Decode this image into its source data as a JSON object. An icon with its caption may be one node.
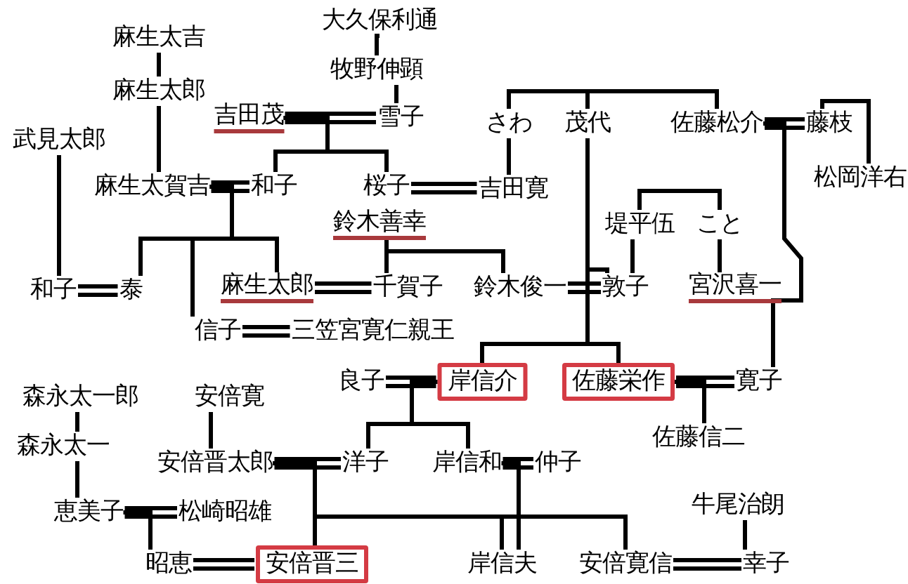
{
  "diagram": {
    "nodes": [
      {
        "text": [
          "麻生太吉"
        ]
      },
      {
        "text": [
          "大久保利通"
        ]
      },
      {
        "text": [
          "麻生太郎"
        ]
      },
      {
        "text": [
          "牧野伸顕"
        ]
      },
      {
        "text": [
          "武見太郎"
        ]
      },
      {
        "text": [
          "吉田茂"
        ]
      },
      {
        "text": [
          "雪子"
        ]
      },
      {
        "text": [
          "さわ"
        ]
      },
      {
        "text": [
          "茂代"
        ]
      },
      {
        "text": [
          "佐藤松介"
        ]
      },
      {
        "text": [
          "藤枝"
        ]
      },
      {
        "text": [
          "麻生太賀吉"
        ]
      },
      {
        "text": [
          "和子"
        ]
      },
      {
        "text": [
          "桜子"
        ]
      },
      {
        "text": [
          "吉田寛"
        ]
      },
      {
        "text": [
          "松岡洋右"
        ]
      },
      {
        "text": [
          "鈴木善幸"
        ]
      },
      {
        "text": [
          "堤平伍"
        ]
      },
      {
        "text": [
          "こと"
        ]
      },
      {
        "text": [
          "和子"
        ]
      },
      {
        "text": [
          "泰"
        ]
      },
      {
        "text": [
          "麻生太郎"
        ]
      },
      {
        "text": [
          "千賀子"
        ]
      },
      {
        "text": [
          "鈴木俊一"
        ]
      },
      {
        "text": [
          "敦子"
        ]
      },
      {
        "text": [
          "宮沢喜一"
        ]
      },
      {
        "text": [
          "信子"
        ]
      },
      {
        "text": [
          "三笠宮寛仁親王"
        ]
      },
      {
        "text": [
          "良子"
        ]
      },
      {
        "text": [
          "岸信介"
        ]
      },
      {
        "text": [
          "佐藤栄作"
        ]
      },
      {
        "text": [
          "寛子"
        ]
      },
      {
        "text": [
          "森永太一郎"
        ]
      },
      {
        "text": [
          "安倍寛"
        ]
      },
      {
        "text": [
          "森永太一"
        ]
      },
      {
        "text": [
          "安倍晋太郎"
        ]
      },
      {
        "text": [
          "洋子"
        ]
      },
      {
        "text": [
          "岸信和"
        ]
      },
      {
        "text": [
          "仲子"
        ]
      },
      {
        "text": [
          "佐藤信二"
        ]
      },
      {
        "text": [
          "恵美子"
        ]
      },
      {
        "text": [
          "松崎昭雄"
        ]
      },
      {
        "text": [
          "牛尾治朗"
        ]
      },
      {
        "text": [
          "昭恵"
        ]
      },
      {
        "text": [
          "安倍晋三"
        ]
      },
      {
        "text": [
          "岸信夫"
        ]
      },
      {
        "text": [
          "安倍寛信"
        ]
      },
      {
        "text": [
          "幸子"
        ]
      }
    ],
    "edges": [
      {
        "from": 0,
        "to": 2,
        "arrow": "none"
      },
      {
        "from": 1,
        "to": 3,
        "arrow": "none"
      },
      {
        "from": 2,
        "to": 11,
        "arrow": "none"
      },
      {
        "from": 3,
        "to": 6,
        "arrow": "none"
      },
      {
        "from": 5,
        "to": 6,
        "arrow": "none"
      },
      {
        "from": 5,
        "to": 12,
        "arrow": "none"
      },
      {
        "from": 5,
        "to": 13,
        "arrow": "none"
      },
      {
        "from": 4,
        "to": 19,
        "arrow": "none"
      },
      {
        "from": 7,
        "to": 8,
        "arrow": "none"
      },
      {
        "from": 8,
        "to": 9,
        "arrow": "none"
      },
      {
        "from": 9,
        "to": 10,
        "arrow": "none"
      },
      {
        "from": 10,
        "to": 15,
        "arrow": "none"
      },
      {
        "from": 11,
        "to": 12,
        "arrow": "none"
      },
      {
        "from": 11,
        "to": 20,
        "arrow": "none"
      },
      {
        "from": 11,
        "to": 26,
        "arrow": "none"
      },
      {
        "from": 11,
        "to": 21,
        "arrow": "none"
      },
      {
        "from": 19,
        "to": 20,
        "arrow": "none"
      },
      {
        "from": 13,
        "to": 14,
        "arrow": "none"
      },
      {
        "from": 7,
        "to": 14,
        "arrow": "none"
      },
      {
        "from": 8,
        "to": 24,
        "arrow": "none"
      },
      {
        "from": 8,
        "to": 29,
        "arrow": "none"
      },
      {
        "from": 8,
        "to": 30,
        "arrow": "none"
      },
      {
        "from": 9,
        "to": 31,
        "arrow": "none"
      },
      {
        "from": 16,
        "to": 22,
        "arrow": "none"
      },
      {
        "from": 16,
        "to": 23,
        "arrow": "none"
      },
      {
        "from": 17,
        "to": 18,
        "arrow": "none"
      },
      {
        "from": 17,
        "to": 24,
        "arrow": "none"
      },
      {
        "from": 18,
        "to": 25,
        "arrow": "none"
      },
      {
        "from": 21,
        "to": 22,
        "arrow": "none"
      },
      {
        "from": 23,
        "to": 24,
        "arrow": "none"
      },
      {
        "from": 26,
        "to": 27,
        "arrow": "none"
      },
      {
        "from": 28,
        "to": 29,
        "arrow": "none"
      },
      {
        "from": 30,
        "to": 31,
        "arrow": "none"
      },
      {
        "from": 30,
        "to": 39,
        "arrow": "none"
      },
      {
        "from": 29,
        "to": 36,
        "arrow": "none"
      },
      {
        "from": 29,
        "to": 37,
        "arrow": "none"
      },
      {
        "from": 32,
        "to": 34,
        "arrow": "none"
      },
      {
        "from": 34,
        "to": 40,
        "arrow": "none"
      },
      {
        "from": 33,
        "to": 35,
        "arrow": "none"
      },
      {
        "from": 35,
        "to": 36,
        "arrow": "none"
      },
      {
        "from": 35,
        "to": 44,
        "arrow": "none"
      },
      {
        "from": 35,
        "to": 45,
        "arrow": "none"
      },
      {
        "from": 35,
        "to": 46,
        "arrow": "none"
      },
      {
        "from": 37,
        "to": 38,
        "arrow": "none"
      },
      {
        "from": 37,
        "to": 45,
        "arrow": "none"
      },
      {
        "from": 40,
        "to": 41,
        "arrow": "none"
      },
      {
        "from": 40,
        "to": 43,
        "arrow": "none"
      },
      {
        "from": 43,
        "to": 44,
        "arrow": "none"
      },
      {
        "from": 42,
        "to": 47,
        "arrow": "none"
      },
      {
        "from": 46,
        "to": 47,
        "arrow": "none"
      }
    ]
  }
}
